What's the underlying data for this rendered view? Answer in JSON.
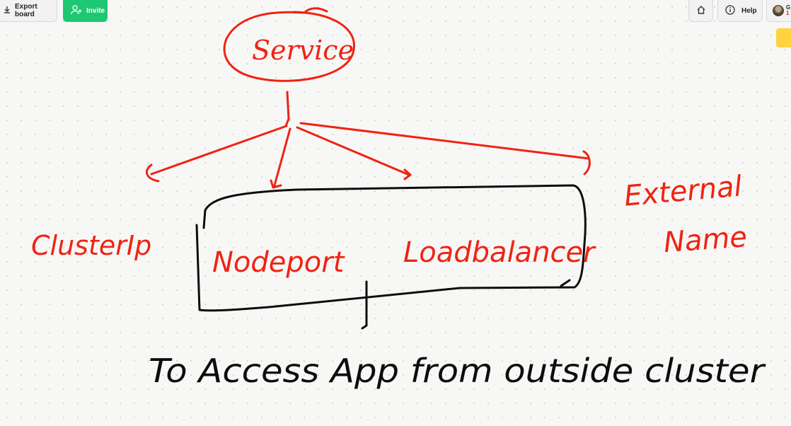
{
  "toolbar": {
    "export_label": "Export board",
    "invite_label": "Invite",
    "help_label": "Help",
    "user_initial": "G",
    "user_badge": "1"
  },
  "board": {
    "root_label": "Service",
    "type_clusterip": "ClusterIp",
    "type_nodeport": "Nodeport",
    "type_loadbalancer": "Loadbalancer",
    "type_external_line1": "External",
    "type_external_line2": "Name",
    "caption": "To Access App from outside cluster"
  },
  "colors": {
    "ink_red": "#f02312",
    "ink_black": "#0d0d0d",
    "invite_green": "#1ec771",
    "note_yellow": "#ffd23f"
  }
}
